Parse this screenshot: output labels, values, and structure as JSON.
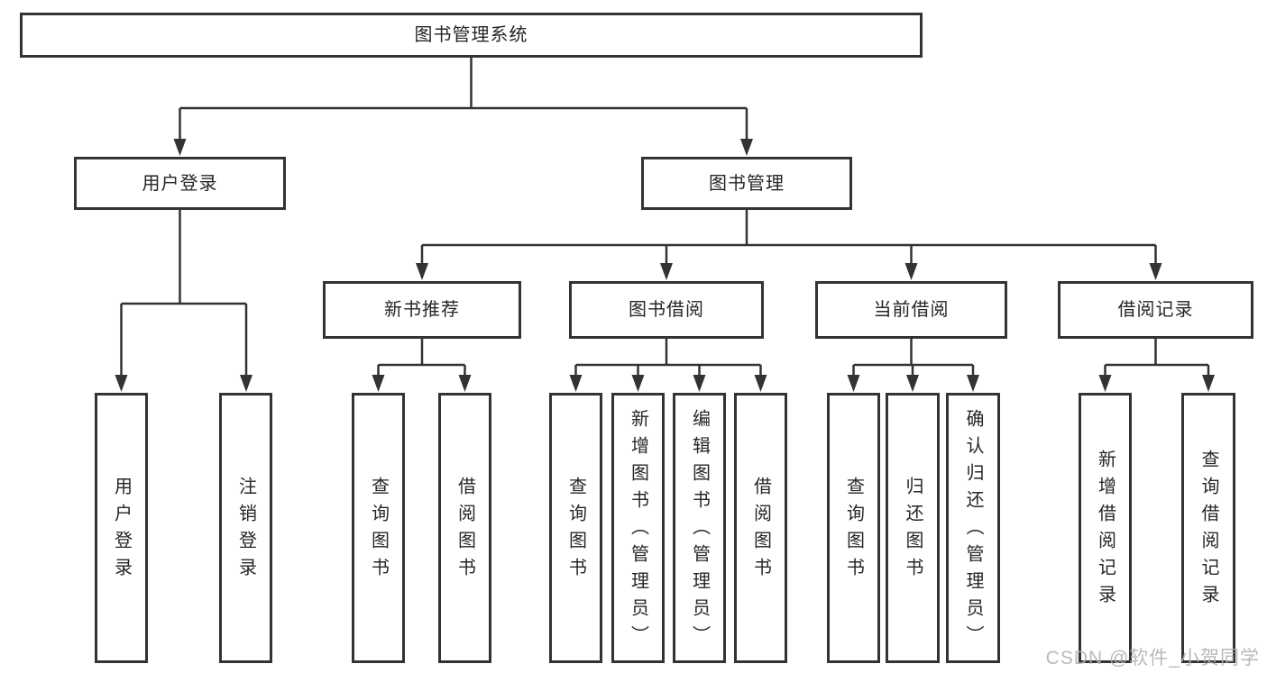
{
  "diagram": {
    "title": "图书管理系统",
    "branches": [
      {
        "label": "用户登录"
      },
      {
        "label": "图书管理"
      }
    ],
    "modules": [
      {
        "label": "新书推荐"
      },
      {
        "label": "图书借阅"
      },
      {
        "label": "当前借阅"
      },
      {
        "label": "借阅记录"
      }
    ],
    "leaves": [
      {
        "label": "用户登录",
        "parent": "用户登录"
      },
      {
        "label": "注销登录",
        "parent": "用户登录"
      },
      {
        "label": "查询图书",
        "parent": "新书推荐"
      },
      {
        "label": "借阅图书",
        "parent": "新书推荐"
      },
      {
        "label": "查询图书",
        "parent": "图书借阅"
      },
      {
        "label": "新增图书（管理员）",
        "parent": "图书借阅"
      },
      {
        "label": "编辑图书（管理员）",
        "parent": "图书借阅"
      },
      {
        "label": "借阅图书",
        "parent": "图书借阅"
      },
      {
        "label": "查询图书",
        "parent": "当前借阅"
      },
      {
        "label": "归还图书",
        "parent": "当前借阅"
      },
      {
        "label": "确认归还（管理员）",
        "parent": "当前借阅"
      },
      {
        "label": "新增借阅记录",
        "parent": "借阅记录"
      },
      {
        "label": "查询借阅记录",
        "parent": "借阅记录"
      }
    ],
    "watermark": "CSDN @软件_小贺同学",
    "colors": {
      "line": "#333333",
      "box_border": "#333333",
      "text": "#262626",
      "watermark_text": "#b3b3b3",
      "background": "#ffffff"
    }
  }
}
